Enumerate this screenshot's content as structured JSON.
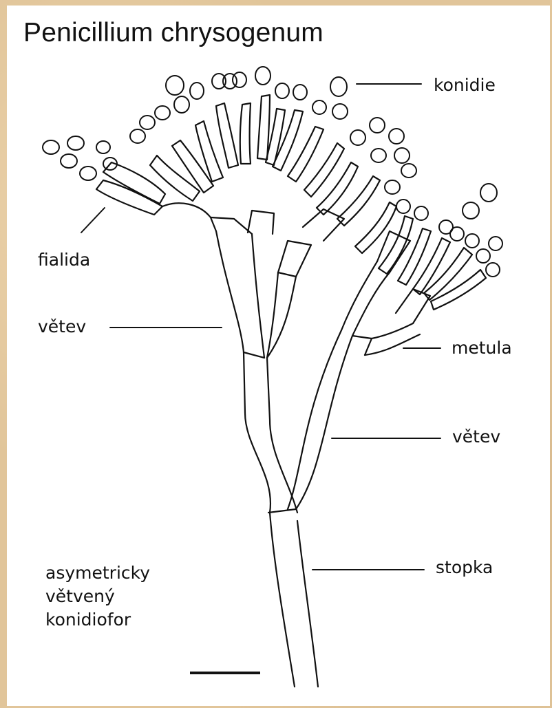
{
  "title": "Penicillium chrysogenum",
  "labels": {
    "konidie": "konidie",
    "fialida": "fialida",
    "vetev_left": "větev",
    "metula": "metula",
    "vetev_right": "větev",
    "stopka": "stopka"
  },
  "note": [
    "asymetricky",
    "větvený",
    "konidiofor"
  ],
  "colors": {
    "background_border": "#e1c59a",
    "panel": "#ffffff",
    "line": "#111111"
  }
}
